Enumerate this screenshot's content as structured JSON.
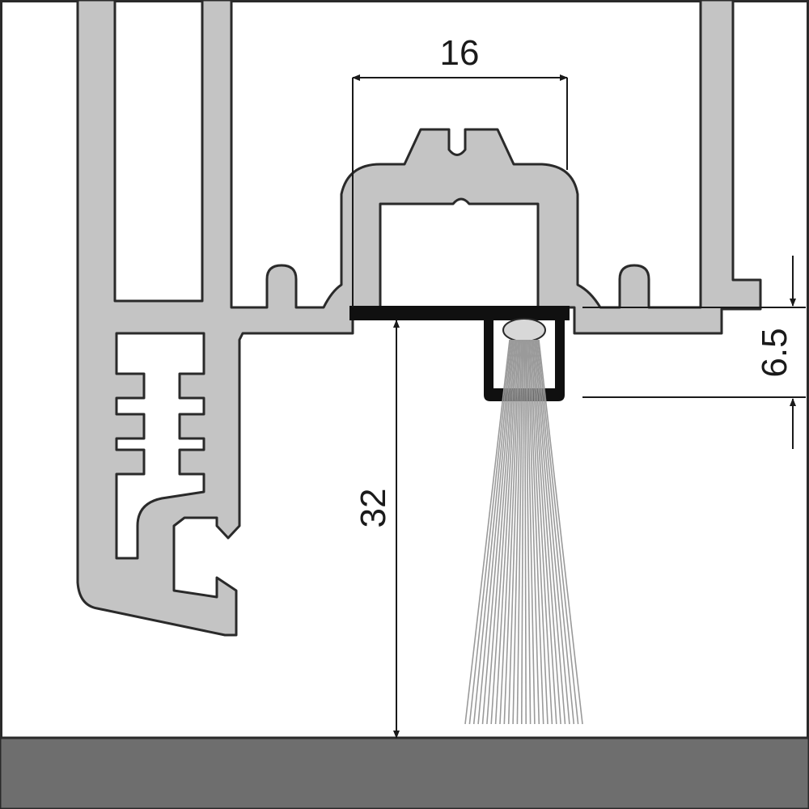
{
  "dimensions": {
    "width_label": "16",
    "gap_label": "32",
    "brush_depth_label": "6.5"
  },
  "colors": {
    "background": "#ffffff",
    "profile_fill": "#c4c4c4",
    "profile_stroke": "#2a2a2a",
    "floor": "#6e6e6e",
    "holder": "#101010",
    "bristles": "#9a9a9a",
    "dimension_line": "#1a1a1a"
  }
}
